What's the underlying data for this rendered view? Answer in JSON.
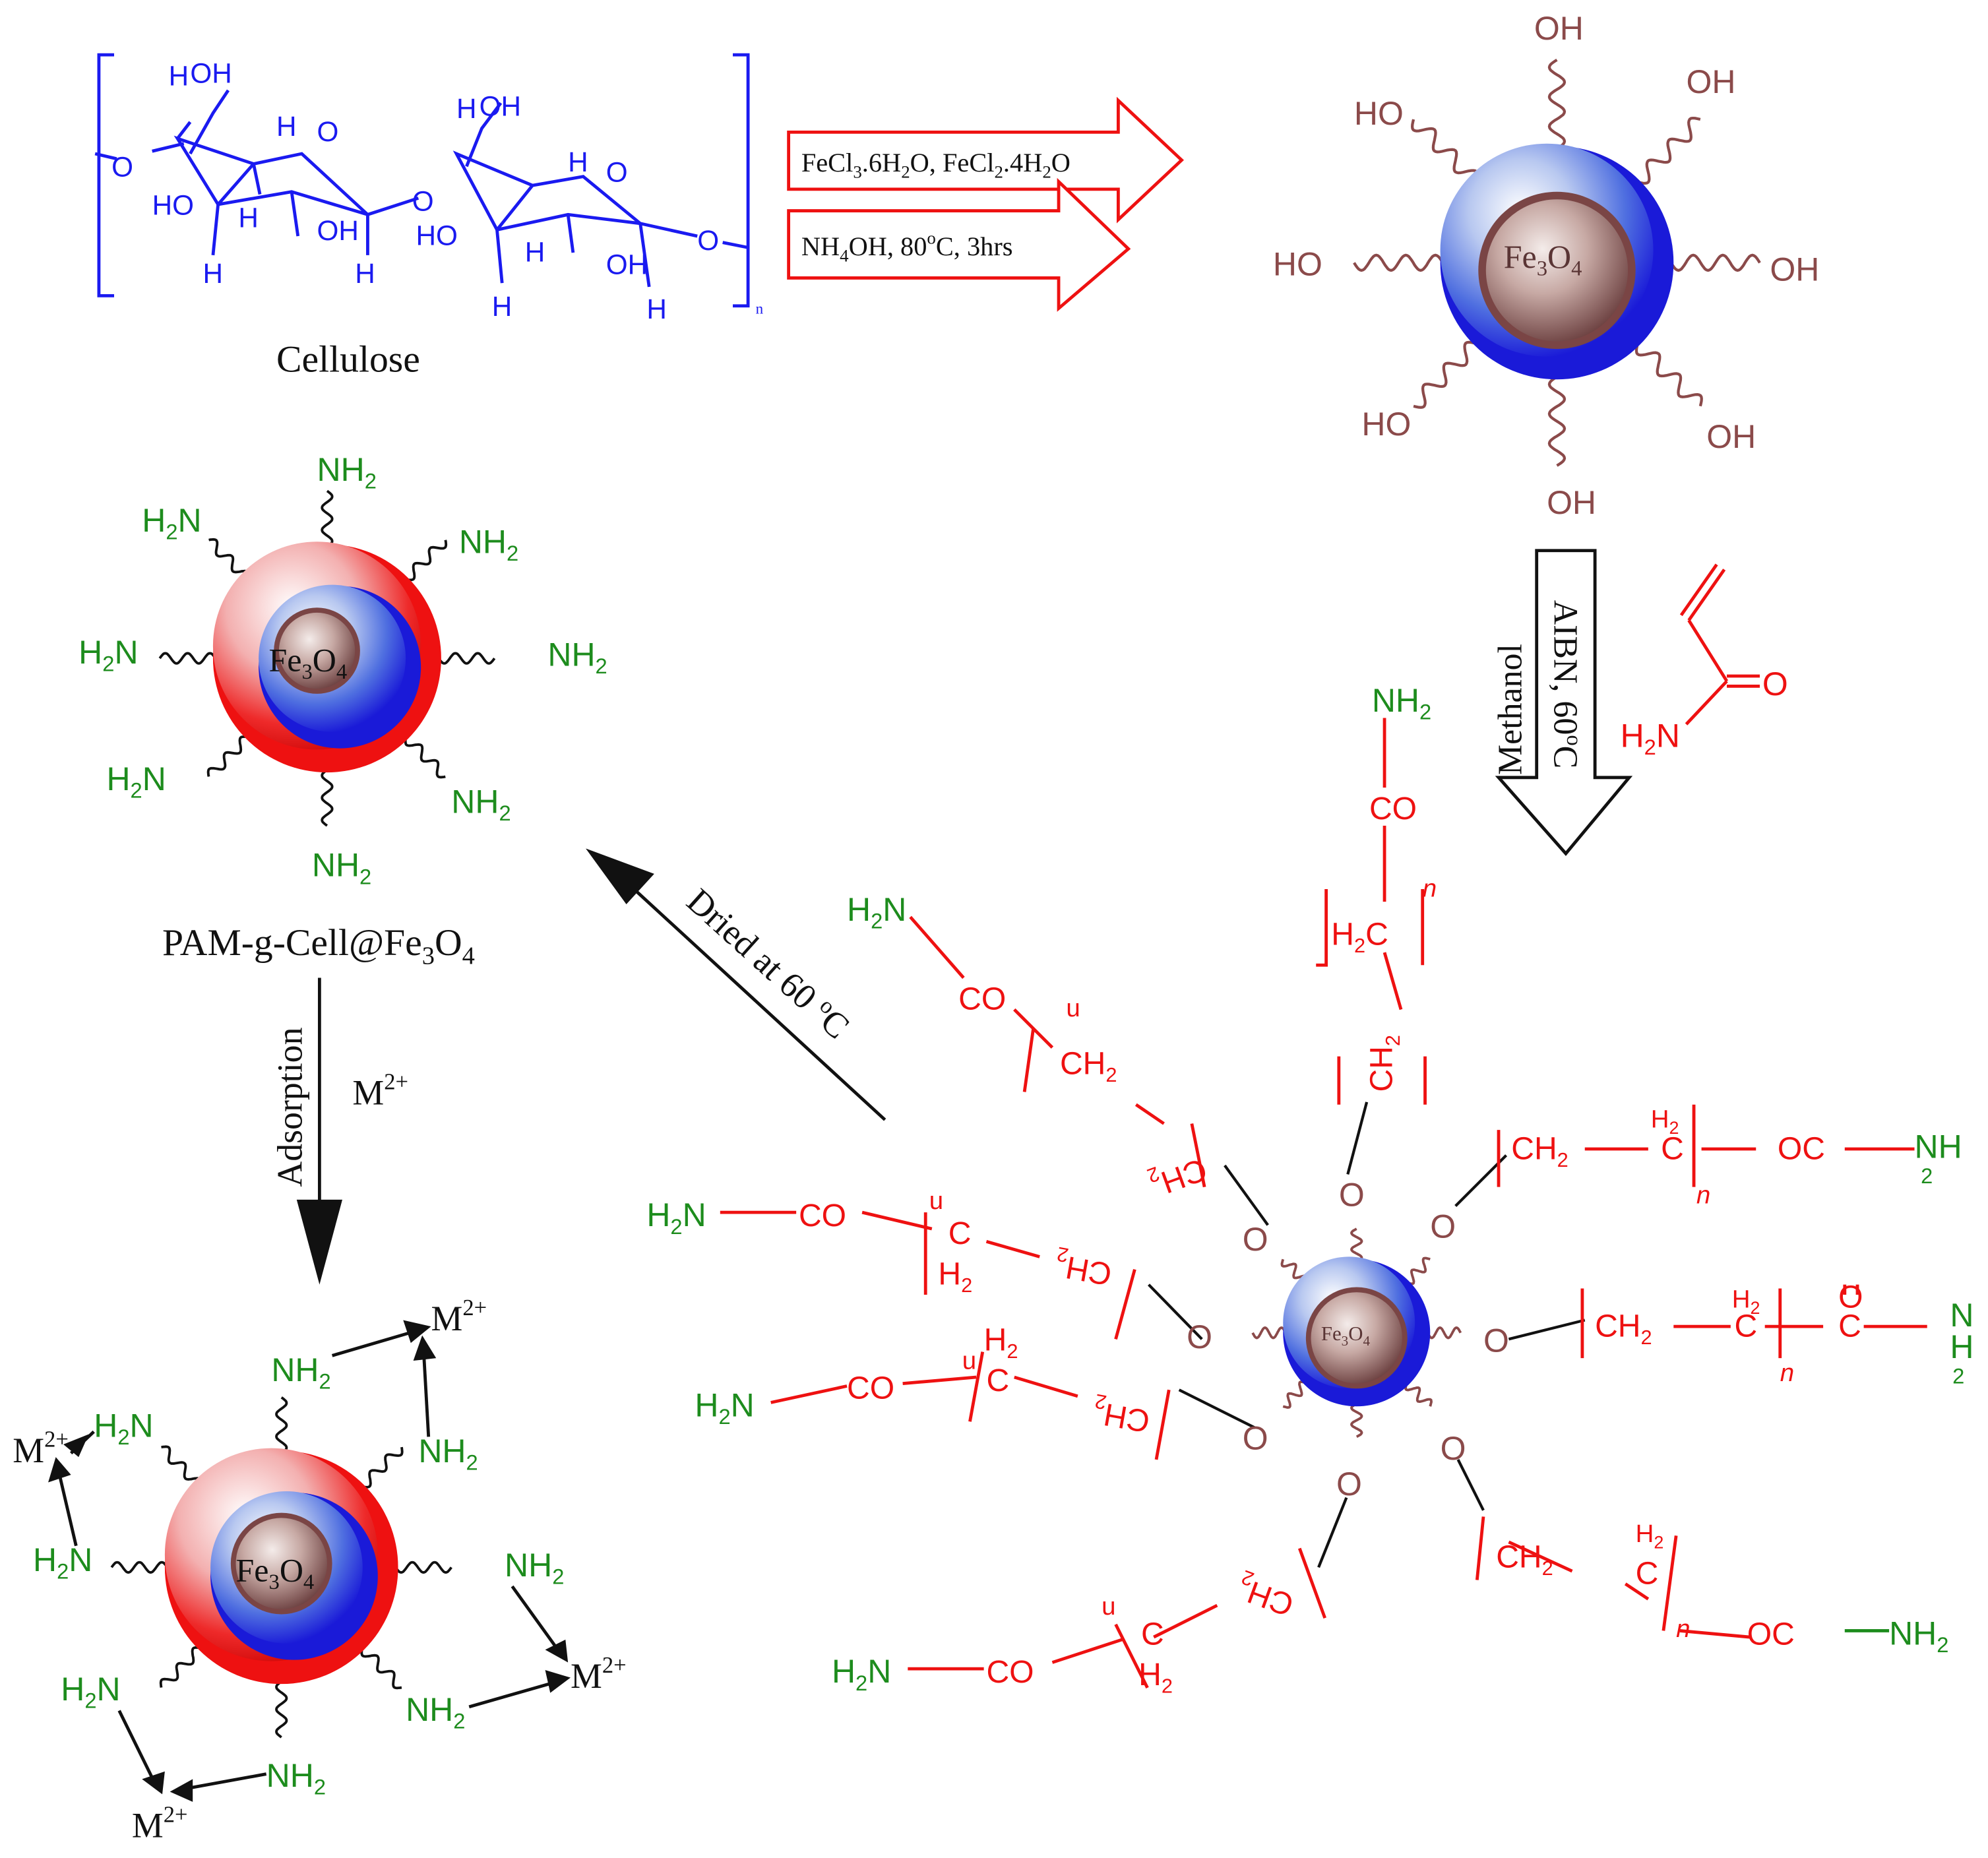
{
  "colors": {
    "cellulose": "#1a1af0",
    "hydroxyl": "#8b4a4a",
    "amine": "#1d8c1d",
    "polymer": "#ee1111",
    "arrow_step1": "#ee1111",
    "shell_blue": "#1a1af0",
    "shell_red": "#ee1111",
    "core": "#7a5555"
  },
  "cellulose": {
    "label": "Cellulose",
    "repeat_n": "n",
    "atoms": {
      "oh": "OH",
      "ho": "HO",
      "h": "H",
      "o": "O"
    }
  },
  "step1": {
    "reagent_line1": {
      "a": "FeCl",
      "b": "3",
      "c": ".6H",
      "d": "2",
      "e": "O, FeCl",
      "f": "2",
      "g": ".4H",
      "h": "2",
      "i": "O"
    },
    "reagent_line2": {
      "a": "NH",
      "b": "4",
      "c": "OH, 80",
      "d": "o",
      "e": "C, 3hrs"
    }
  },
  "core_label": {
    "a": "Fe",
    "b": "3",
    "c": "O",
    "d": "4"
  },
  "hydroxyl_label": "OH",
  "hydroxyl_label_rev": "HO",
  "step2": {
    "solvent": "Methanol",
    "initiator": {
      "a": "AIBN, 60",
      "b": "o",
      "c": "C"
    },
    "monomer": {
      "nh": "H",
      "nh_sub": "2",
      "n": "N",
      "o": "O"
    }
  },
  "grafted": {
    "nh2": {
      "a": "NH",
      "b": "2"
    },
    "h2n": {
      "a": "H",
      "b": "2",
      "c": "N"
    },
    "co": "CO",
    "oc": "OC",
    "c": "C",
    "o": "O",
    "ch2": {
      "a": "CH",
      "b": "2"
    },
    "h2": {
      "a": "H",
      "b": "2"
    },
    "n": "n",
    "nh": "NH",
    "nh_sub": "2",
    "h": "H"
  },
  "step3": {
    "label": {
      "a": "Dried at 60 ",
      "b": "o",
      "c": "C"
    }
  },
  "product": {
    "label": {
      "a": "PAM-g-Cell@Fe",
      "b": "3",
      "c": "O",
      "d": "4"
    }
  },
  "step4": {
    "label": "Adsorption",
    "ion": {
      "a": "M",
      "b": "2+"
    }
  },
  "adsorbed": {
    "ion": {
      "a": "M",
      "b": "2+"
    }
  }
}
